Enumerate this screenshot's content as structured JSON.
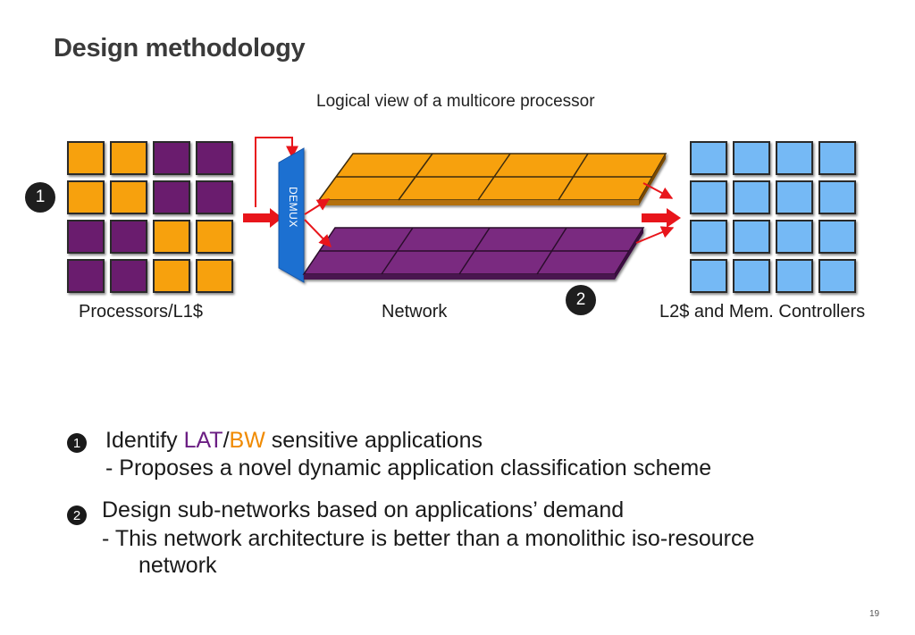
{
  "slide": {
    "title": "Design methodology",
    "subtitle": "Logical view of a multicore processor",
    "page_number": "19"
  },
  "diagram": {
    "processors_label": "Processors/L1$",
    "network_label": "Network",
    "memory_label": "L2$ and Mem. Controllers",
    "demux_label": "DEMUX",
    "badge1": "1",
    "badge2": "2",
    "colors": {
      "orange": "#f7a10f",
      "purple": "#6b1e6e",
      "blue": "#74b9f5",
      "demux": "#1f6fd1",
      "arrow": "#e8151b"
    },
    "processor_grid": [
      [
        "orange",
        "orange",
        "purple",
        "purple"
      ],
      [
        "orange",
        "orange",
        "purple",
        "purple"
      ],
      [
        "purple",
        "purple",
        "orange",
        "orange"
      ],
      [
        "purple",
        "purple",
        "orange",
        "orange"
      ]
    ]
  },
  "bullets": {
    "item1_number": "1",
    "item1_prefix": "Identify ",
    "item1_lat": "LAT",
    "item1_slash": "/",
    "item1_bw": "BW",
    "item1_suffix": " sensitive applications",
    "item1_sub": "- Proposes a novel dynamic application classification scheme",
    "item2_number": "2",
    "item2_text": "Design sub-networks based on applications’ demand",
    "item2_sub_line1": "- This network architecture is better than a monolithic iso-resource",
    "item2_sub_line2": "network"
  }
}
